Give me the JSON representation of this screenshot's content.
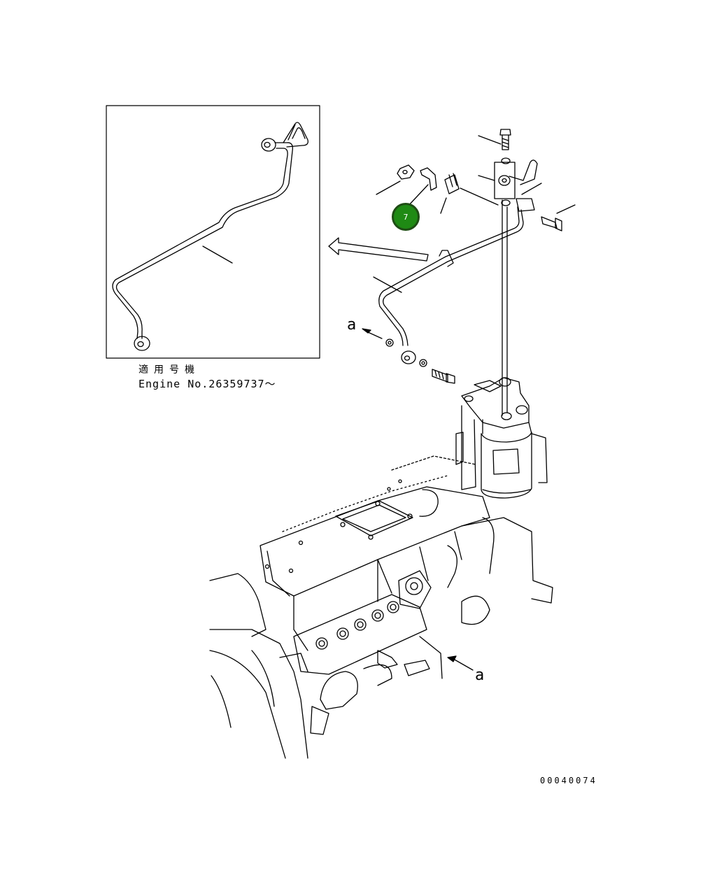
{
  "labels": {
    "applicable": "適用号機",
    "engine_no": "Engine No.26359737～",
    "ref_a_top": "a",
    "ref_a_bottom": "a",
    "drawing_no": "00040074"
  },
  "callout": {
    "number": "7",
    "color": "#1f8a14",
    "border_color": "#1e4d14"
  }
}
